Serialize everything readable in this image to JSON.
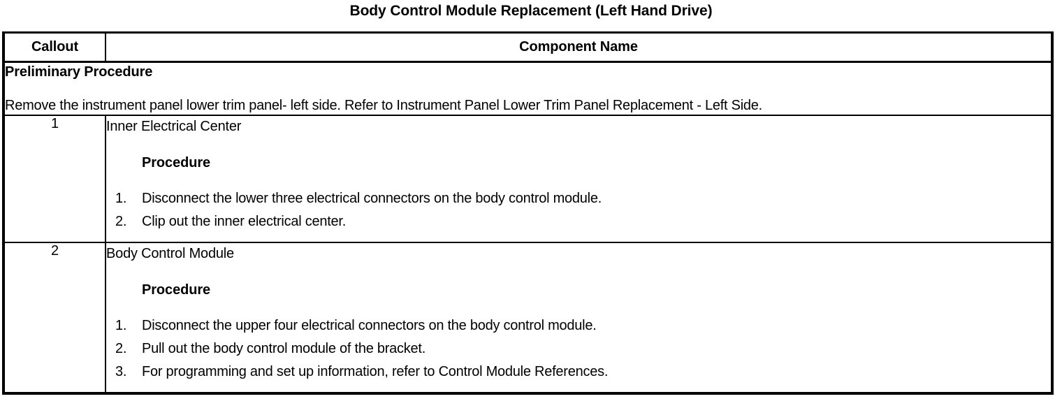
{
  "document": {
    "title": "Body Control Module Replacement (Left Hand Drive)"
  },
  "table": {
    "columns": [
      {
        "key": "callout",
        "label": "Callout"
      },
      {
        "key": "component",
        "label": "Component Name"
      }
    ],
    "preliminary": {
      "heading": "Preliminary Procedure",
      "text": "Remove the instrument panel lower trim panel- left side. Refer to Instrument Panel Lower Trim Panel Replacement - Left Side."
    },
    "rows": [
      {
        "callout": "1",
        "component_name": "Inner Electrical Center",
        "procedure_label": "Procedure",
        "steps": [
          {
            "num": "1.",
            "text": "Disconnect the lower three electrical connectors on the body control module."
          },
          {
            "num": "2.",
            "text": "Clip out the inner electrical center."
          }
        ]
      },
      {
        "callout": "2",
        "component_name": "Body Control Module",
        "procedure_label": "Procedure",
        "steps": [
          {
            "num": "1.",
            "text": "Disconnect the upper four electrical connectors on the body control module."
          },
          {
            "num": "2.",
            "text": "Pull out the body control module of the bracket."
          },
          {
            "num": "3.",
            "text": "For programming and set up information, refer to Control Module References."
          }
        ]
      }
    ]
  },
  "colors": {
    "page_background": "#ffffff",
    "text": "#000000",
    "border": "#000000"
  }
}
